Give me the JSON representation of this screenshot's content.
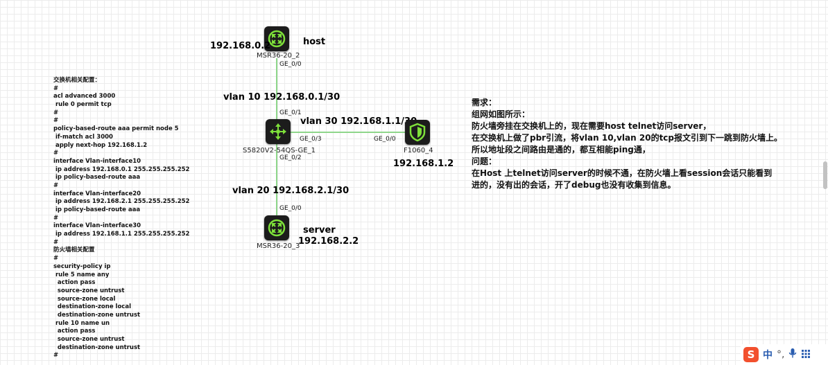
{
  "devices": {
    "host_router": {
      "name": "MSR36-20_2",
      "icon": "router-icon"
    },
    "core_switch": {
      "name": "S5820V2-54QS-GE_1",
      "icon": "switch-icon"
    },
    "firewall": {
      "name": "F1060_4",
      "icon": "firewall-icon"
    },
    "server_router": {
      "name": "MSR36-20_3",
      "icon": "router-icon"
    }
  },
  "ports": {
    "host_ge": "GE_0/0",
    "switch_up": "GE_0/1",
    "switch_fw": "GE_0/3",
    "fw_ge": "GE_0/0",
    "switch_down": "GE_0/2",
    "server_ge": "GE_0/0"
  },
  "labels": {
    "host_ip": "192.168.0.2",
    "host_role": "host",
    "vlan10": "vlan 10 192.168.0.1/30",
    "vlan30": "vlan 30 192.168.1.1/30",
    "fw_ip": "192.168.1.2",
    "vlan20": "vlan 20 192.168.2.1/30",
    "server_role": "server",
    "server_ip": "192.168.2.2"
  },
  "config_lines": [
    "交换机相关配置：",
    "#",
    "acl advanced 3000",
    " rule 0 permit tcp",
    "#",
    "#",
    "policy-based-route aaa permit node 5",
    " if-match acl 3000",
    " apply next-hop 192.168.1.2",
    "#",
    "interface Vlan-interface10",
    " ip address 192.168.0.1 255.255.255.252",
    " ip policy-based-route aaa",
    "#",
    "interface Vlan-interface20",
    " ip address 192.168.2.1 255.255.255.252",
    " ip policy-based-route aaa",
    "#",
    "interface Vlan-interface30",
    " ip address 192.168.1.1 255.255.255.252",
    "#",
    "防火墙相关配置",
    "#",
    "security-policy ip",
    " rule 5 name any",
    "  action pass",
    "  source-zone untrust",
    "  source-zone local",
    "  destination-zone local",
    "  destination-zone untrust",
    " rule 10 name un",
    "  action pass",
    "  source-zone untrust",
    "  destination-zone untrust",
    "#"
  ],
  "requirement_lines": [
    "需求：",
    "组网如图所示：",
    "防火墙旁挂在交换机上的，现在需要host telnet访问server，",
    "在交换机上做了pbr引流，将vlan 10,vlan 20的tcp报文引到下一跳到防火墙上。",
    "所以地址段之间路由是通的，都互相能ping通，",
    "问题：",
    "在Host 上telnet访问server的时候不通，在防火墙上看session会话只能看到",
    "进的，没有出的会话，开了debug也没有收集到信息。"
  ],
  "taskbar": {
    "ime_logo": "S",
    "lang": "中",
    "punct": "°,",
    "mic_icon": "microphone-icon",
    "grid_icon": "grid-icon"
  },
  "colors": {
    "link": "#8ed68a",
    "device_bg": "#1c1c1c",
    "device_icon": "#7ee03a",
    "ime_logo": "#f2502e"
  }
}
